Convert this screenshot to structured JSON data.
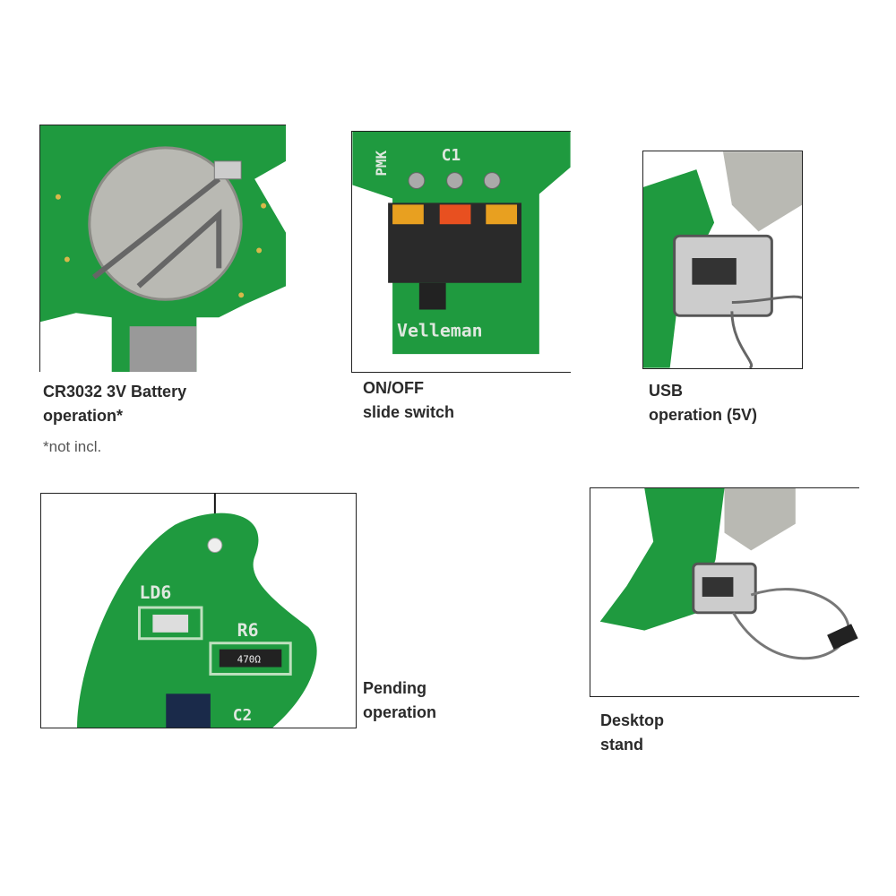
{
  "captions": {
    "battery": {
      "line1": "CR3032 3V Battery",
      "line2": "operation*",
      "note": "*not incl."
    },
    "switch": {
      "line1": "ON/OFF",
      "line2": "slide switch"
    },
    "usb": {
      "line1": "USB",
      "line2": "operation (5V)"
    },
    "pending": {
      "line1": "Pending",
      "line2": "operation"
    },
    "desktop": {
      "line1": "Desktop",
      "line2": "stand"
    }
  },
  "pcb_markings": {
    "switch_photo": {
      "ref": "PMK",
      "cap": "C1",
      "brand": "Velleman"
    },
    "pending_photo": {
      "led": "LD6",
      "resistor": "R6",
      "resistor_value": "470Ω",
      "cap": "C2"
    }
  },
  "colors": {
    "pcb": "#1f9a3f",
    "pcb_dark": "#137a2e",
    "metal": "#b9b9b3",
    "text": "#2a2a2a"
  }
}
